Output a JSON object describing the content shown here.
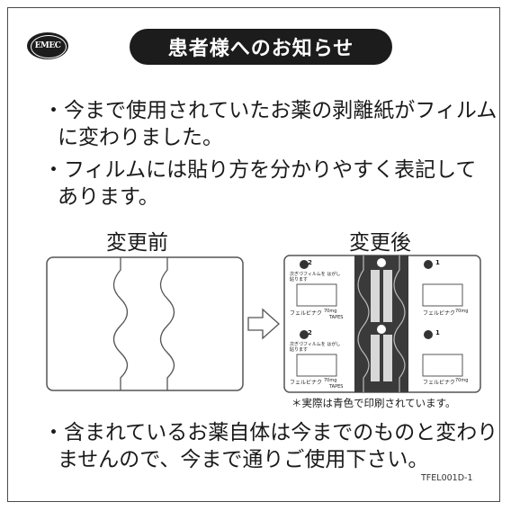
{
  "logo_text": "EMEC",
  "title": "患者様へのお知らせ",
  "bullets": [
    {
      "line1": "・今まで使用されていたお薬の剥離紙がフィルム",
      "line2": "に変わりました。"
    },
    {
      "line1": "・フィルムには貼り方を分かりやすく表記して",
      "line2": "あります。"
    },
    {
      "line1": "・含まれているお薬自体は今までのものと変わり",
      "line2": "ませんので、今まで通りご使用下さい。"
    }
  ],
  "before_label": "変更前",
  "after_label": "変更後",
  "note": "＊実際は青色で印刷されています。",
  "doc_code": "TFEL001D-1",
  "after_panel": {
    "step1": "1",
    "step2": "2",
    "left_caption": "次ぎづフィルムを はがし貼ります",
    "product_name": "フェルビナク",
    "dose": "70mg",
    "tapes": "TAPES"
  }
}
